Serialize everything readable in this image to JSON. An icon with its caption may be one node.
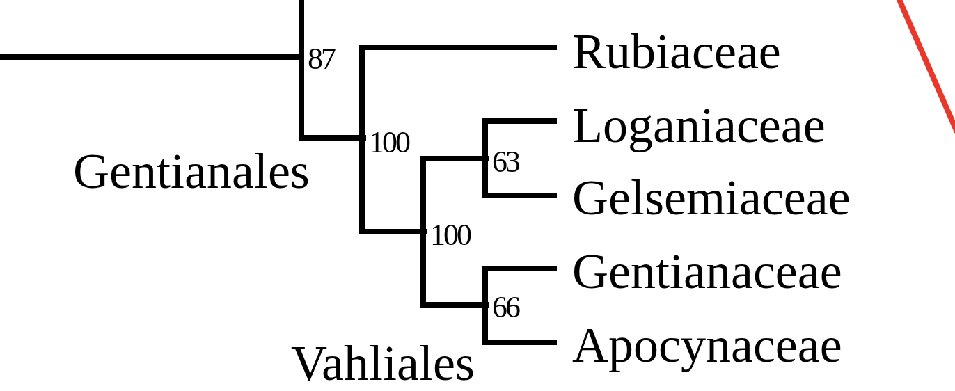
{
  "diagram": {
    "nodes": [
      {
        "text": [
          "87"
        ]
      },
      {
        "text": [
          "100"
        ]
      },
      {
        "text": [
          "100"
        ]
      },
      {
        "text": [
          "63"
        ]
      },
      {
        "text": [
          "66"
        ]
      },
      {
        "text": [
          "Rubiaceae"
        ]
      },
      {
        "text": [
          "Loganiaceae"
        ]
      },
      {
        "text": [
          "Gelsemiaceae"
        ]
      },
      {
        "text": [
          "Gentianaceae"
        ]
      },
      {
        "text": [
          "Apocynaceae"
        ]
      }
    ],
    "edges": [
      {
        "from": null,
        "to": 0,
        "arrow": "none"
      },
      {
        "from": 0,
        "to": null,
        "arrow": "none"
      },
      {
        "from": 0,
        "to": 1,
        "arrow": "none"
      },
      {
        "from": 1,
        "to": 5,
        "arrow": "none"
      },
      {
        "from": 1,
        "to": 2,
        "arrow": "none"
      },
      {
        "from": 2,
        "to": 3,
        "arrow": "none"
      },
      {
        "from": 2,
        "to": 4,
        "arrow": "none"
      },
      {
        "from": 3,
        "to": 6,
        "arrow": "none"
      },
      {
        "from": 3,
        "to": 7,
        "arrow": "none"
      },
      {
        "from": 4,
        "to": 8,
        "arrow": "none"
      },
      {
        "from": 4,
        "to": 9,
        "arrow": "none"
      }
    ],
    "labels": [
      "Gentianales",
      "Vahliales"
    ]
  }
}
